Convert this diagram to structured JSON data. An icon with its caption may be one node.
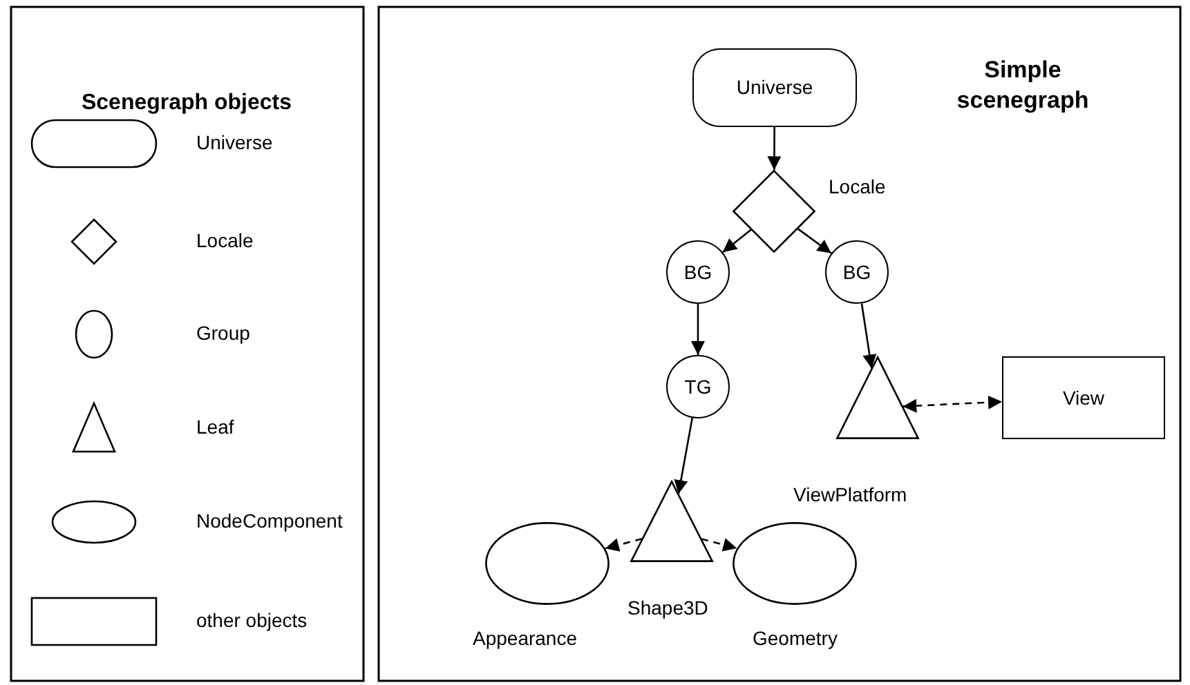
{
  "diagram": {
    "title": "Simple scenegraph",
    "nodes": [
      {
        "text": [
          "Universe"
        ]
      },
      {
        "text": [
          "Locale"
        ]
      },
      {
        "text": [
          "BG"
        ]
      },
      {
        "text": [
          "BG"
        ]
      },
      {
        "text": [
          "TG"
        ]
      },
      {
        "text": [
          "ViewPlatform"
        ]
      },
      {
        "text": [
          "View"
        ]
      },
      {
        "text": [
          "Shape3D"
        ]
      },
      {
        "text": [
          "Appearance"
        ]
      },
      {
        "text": [
          "Geometry"
        ]
      }
    ],
    "edges": [
      {
        "from": 0,
        "to": 1,
        "arrow": "to"
      },
      {
        "from": 1,
        "to": 2,
        "arrow": "to"
      },
      {
        "from": 1,
        "to": 3,
        "arrow": "to"
      },
      {
        "from": 2,
        "to": 4,
        "arrow": "to"
      },
      {
        "from": 3,
        "to": 5,
        "arrow": "to"
      },
      {
        "from": 5,
        "to": 6,
        "arrow": "both",
        "style": "dashed"
      },
      {
        "from": 4,
        "to": 7,
        "arrow": "to"
      },
      {
        "from": 7,
        "to": 8,
        "arrow": "to",
        "style": "dashed"
      },
      {
        "from": 7,
        "to": 9,
        "arrow": "to",
        "style": "dashed"
      }
    ],
    "labels": [
      "Scenegraph objects"
    ],
    "legend": [
      {
        "text": "Universe"
      },
      {
        "text": "Locale"
      },
      {
        "text": "Group"
      },
      {
        "text": "Leaf"
      },
      {
        "text": "NodeComponent"
      },
      {
        "text": "other objects"
      }
    ]
  }
}
